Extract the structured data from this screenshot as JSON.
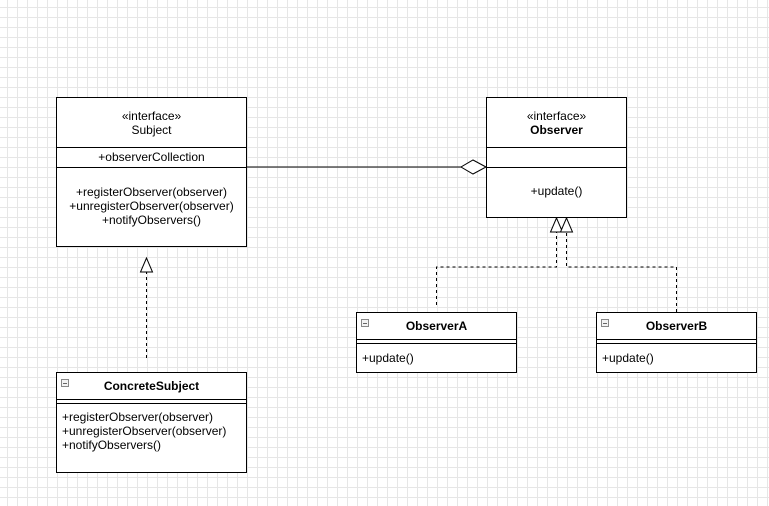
{
  "subject": {
    "stereotype": "«interface»",
    "name": "Subject",
    "attributes": [
      "+observerCollection"
    ],
    "operations": [
      "+registerObserver(observer)",
      "+unregisterObserver(observer)",
      "+notifyObservers()"
    ]
  },
  "observer": {
    "stereotype": "«interface»",
    "name": "Observer",
    "operations": [
      "+update()"
    ]
  },
  "observer_a": {
    "name": "ObserverA",
    "operations": [
      "+update()"
    ]
  },
  "observer_b": {
    "name": "ObserverB",
    "operations": [
      "+update()"
    ]
  },
  "concrete_subject": {
    "name": "ConcreteSubject",
    "operations": [
      "+registerObserver(observer)",
      "+unregisterObserver(observer)",
      "+notifyObservers()"
    ]
  },
  "relations": [
    {
      "kind": "aggregation",
      "from": "Subject",
      "to": "Observer"
    },
    {
      "kind": "realization",
      "from": "ConcreteSubject",
      "to": "Subject"
    },
    {
      "kind": "realization",
      "from": "ObserverA",
      "to": "Observer"
    },
    {
      "kind": "realization",
      "from": "ObserverB",
      "to": "Observer"
    }
  ]
}
